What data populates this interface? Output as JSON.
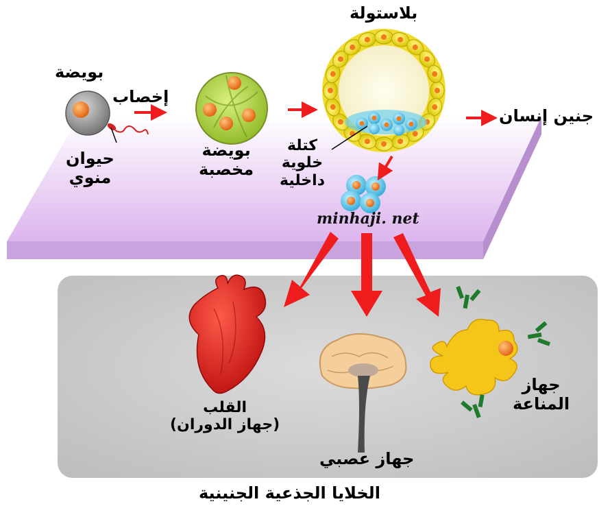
{
  "labels": {
    "egg": "بويضة",
    "fertilization": "إخصاب",
    "sperm_line1": "حيوان",
    "sperm_line2": "منوي",
    "fertilized_egg_line1": "بويضة",
    "fertilized_egg_line2": "مخصبة",
    "blastula": "بلاستولة",
    "inner_cell_mass_line1": "كتلة",
    "inner_cell_mass_line2": "خلوية",
    "inner_cell_mass_line3": "داخلية",
    "human_embryo": "جنين إنسان",
    "website": "minhaji. net",
    "heart_line1": "القلب",
    "heart_line2": "(جهاز الدوران)",
    "nervous_system": "جهاز عصبي",
    "immune_line1": "جهاز",
    "immune_line2": "المناعة",
    "caption": "الخلايا الجذعية الجنينية"
  },
  "colors": {
    "arrow": "#ee1c1c",
    "platform": "#e6c8f2",
    "platform_edge": "#c9a3dd",
    "organ_panel": "#c8c8c8",
    "heart": "#e01818",
    "immune_cell": "#f5c61a",
    "antibody": "#1f7a2c",
    "brain": "#f4cf9c",
    "egg_gray": "#8f8f8f",
    "nucleus": "#f07a1c",
    "fertilized_green": "#a9cc2e",
    "blastula_yellow": "#f2e21d",
    "stem_cell_blue": "#5ec6ec"
  },
  "icons": [
    "egg-icon",
    "sperm-icon",
    "fertilized-egg-icon",
    "blastula-icon",
    "inner-cell-mass-icon",
    "stem-cells-icon",
    "heart-icon",
    "brain-icon",
    "immune-cell-icon",
    "antibody-icon",
    "arrow-icon"
  ]
}
